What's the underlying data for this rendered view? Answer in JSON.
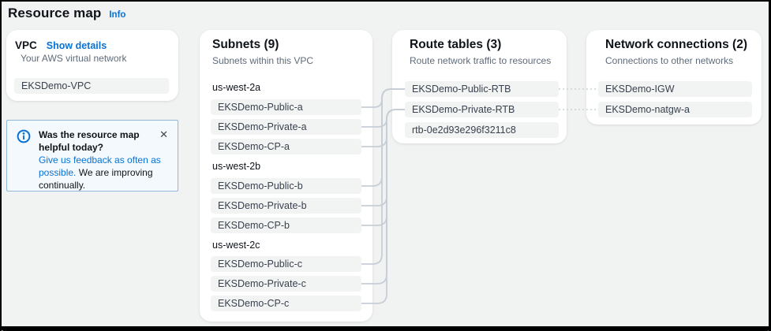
{
  "page": {
    "title": "Resource map",
    "info_label": "Info"
  },
  "vpc_card": {
    "title": "VPC",
    "show_details_label": "Show details",
    "subtitle": "Your AWS virtual network",
    "item": "EKSDemo-VPC"
  },
  "feedback": {
    "question": "Was the resource map helpful today?",
    "link_text": "Give us feedback as often as possible.",
    "rest_text": " We are improving continually.",
    "close_glyph": "✕"
  },
  "subnets_card": {
    "title": "Subnets (9)",
    "subtitle": "Subnets within this VPC",
    "groups": [
      {
        "zone": "us-west-2a",
        "items": [
          "EKSDemo-Public-a",
          "EKSDemo-Private-a",
          "EKSDemo-CP-a"
        ]
      },
      {
        "zone": "us-west-2b",
        "items": [
          "EKSDemo-Public-b",
          "EKSDemo-Private-b",
          "EKSDemo-CP-b"
        ]
      },
      {
        "zone": "us-west-2c",
        "items": [
          "EKSDemo-Public-c",
          "EKSDemo-Private-c",
          "EKSDemo-CP-c"
        ]
      }
    ]
  },
  "route_tables_card": {
    "title": "Route tables (3)",
    "subtitle": "Route network traffic to resources",
    "items": [
      "EKSDemo-Public-RTB",
      "EKSDemo-Private-RTB",
      "rtb-0e2d93e296f3211c8"
    ]
  },
  "network_card": {
    "title": "Network connections (2)",
    "subtitle": "Connections to other networks",
    "items": [
      "EKSDemo-IGW",
      "EKSDemo-natgw-a"
    ]
  },
  "colors": {
    "accent_blue": "#0972d3",
    "page_background": "#f1f2f2",
    "card_background": "#ffffff",
    "pill_background": "#f2f3f3",
    "connector_line": "#c7ced6",
    "heading_text": "#0f141a",
    "secondary_text": "#5f6b7a"
  }
}
